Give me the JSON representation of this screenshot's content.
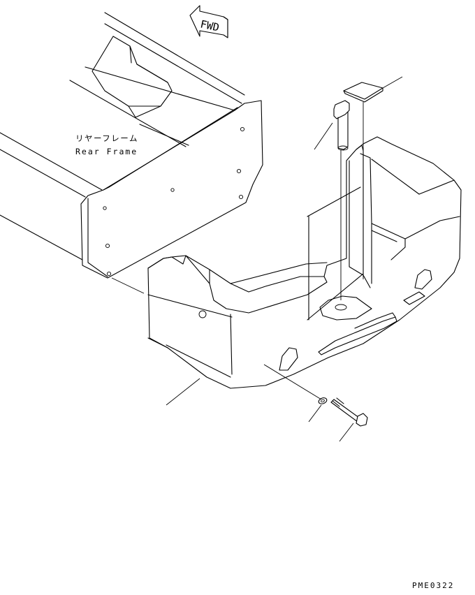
{
  "labels": {
    "frame_jp": "リヤーフレーム",
    "frame_en": "Rear Frame",
    "fwd": "FWD",
    "drawing_code": "PME0322"
  }
}
